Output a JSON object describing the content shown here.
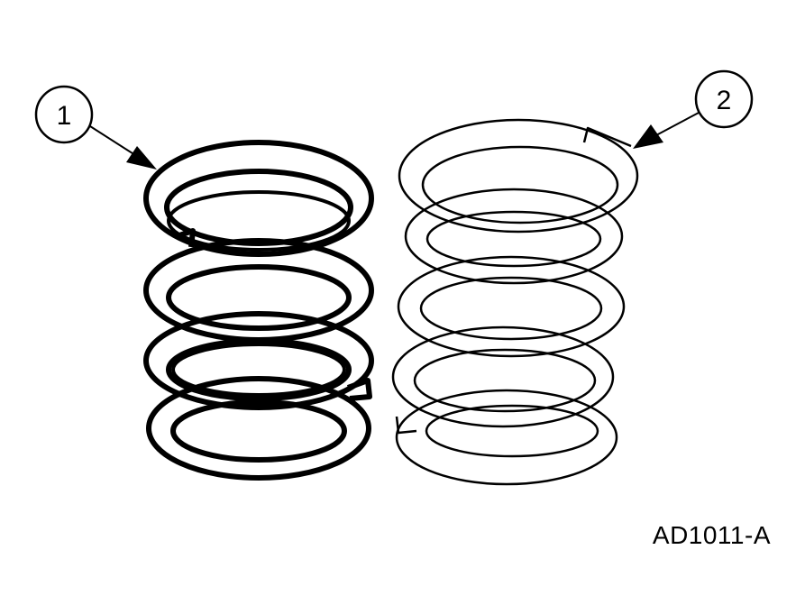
{
  "callouts": [
    {
      "number": "1"
    },
    {
      "number": "2"
    }
  ],
  "figure_id": "AD1011-A",
  "colors": {
    "ink": "#000000",
    "paper": "#ffffff"
  }
}
